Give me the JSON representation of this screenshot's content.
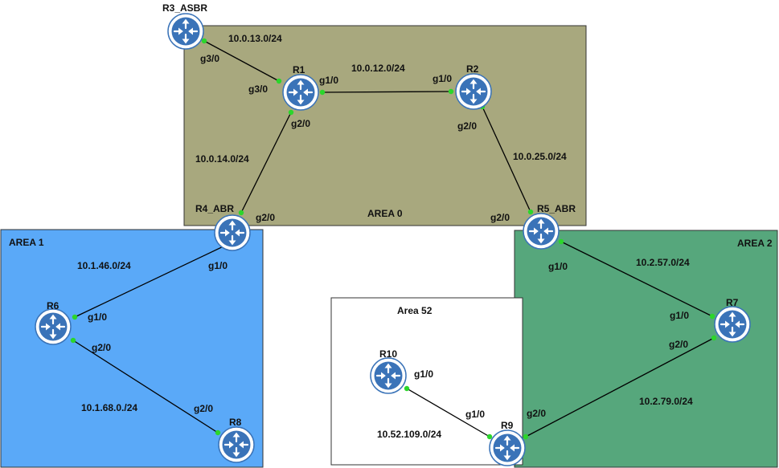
{
  "areas": [
    {
      "id": "area0",
      "label": "AREA 0",
      "color": "#a8a87e"
    },
    {
      "id": "area1",
      "label": "AREA 1",
      "color": "#5aa9f8"
    },
    {
      "id": "area2",
      "label": "AREA 2",
      "color": "#56a77c"
    },
    {
      "id": "area52",
      "label": "Area 52",
      "color": "#ffffff"
    }
  ],
  "routers": [
    {
      "id": "r3",
      "label": "R3_ASBR",
      "icon": "router-icon"
    },
    {
      "id": "r1",
      "label": "R1",
      "icon": "router-icon"
    },
    {
      "id": "r2",
      "label": "R2",
      "icon": "router-icon"
    },
    {
      "id": "r4",
      "label": "R4_ABR",
      "icon": "router-icon"
    },
    {
      "id": "r5",
      "label": "R5_ABR",
      "icon": "router-icon"
    },
    {
      "id": "r6",
      "label": "R6",
      "icon": "router-icon"
    },
    {
      "id": "r7",
      "label": "R7",
      "icon": "router-icon"
    },
    {
      "id": "r8",
      "label": "R8",
      "icon": "router-icon"
    },
    {
      "id": "r9",
      "label": "R9",
      "icon": "router-icon"
    },
    {
      "id": "r10",
      "label": "R10",
      "icon": "router-icon"
    }
  ],
  "links": [
    {
      "id": "r3-r1",
      "from": "r3",
      "to": "r1",
      "subnet": "10.0.13.0/24",
      "from_if": "g3/0",
      "to_if": "g3/0"
    },
    {
      "id": "r1-r2",
      "from": "r1",
      "to": "r2",
      "subnet": "10.0.12.0/24",
      "from_if": "g1/0",
      "to_if": "g1/0"
    },
    {
      "id": "r1-r4",
      "from": "r1",
      "to": "r4",
      "subnet": "10.0.14.0/24",
      "from_if": "g2/0",
      "to_if": "g2/0"
    },
    {
      "id": "r2-r5",
      "from": "r2",
      "to": "r5",
      "subnet": "10.0.25.0/24",
      "from_if": "g2/0",
      "to_if": "g2/0"
    },
    {
      "id": "r4-r6",
      "from": "r4",
      "to": "r6",
      "subnet": "10.1.46.0/24",
      "from_if": "g1/0",
      "to_if": "g1/0"
    },
    {
      "id": "r6-r8",
      "from": "r6",
      "to": "r8",
      "subnet": "10.1.68.0./24",
      "from_if": "g2/0",
      "to_if": "g2/0"
    },
    {
      "id": "r5-r7",
      "from": "r5",
      "to": "r7",
      "subnet": "10.2.57.0/24",
      "from_if": "g1/0",
      "to_if": "g1/0"
    },
    {
      "id": "r7-r9",
      "from": "r7",
      "to": "r9",
      "subnet": "10.2.79.0/24",
      "from_if": "g2/0",
      "to_if": "g2/0"
    },
    {
      "id": "r10-r9",
      "from": "r10",
      "to": "r9",
      "subnet": "10.52.109.0/24",
      "from_if": "g1/0",
      "to_if": "g1/0"
    }
  ],
  "colors": {
    "router_fill": "#3a73b8",
    "router_ring": "#ffffff",
    "endpoint": "#2bd62b",
    "line": "#000000"
  }
}
